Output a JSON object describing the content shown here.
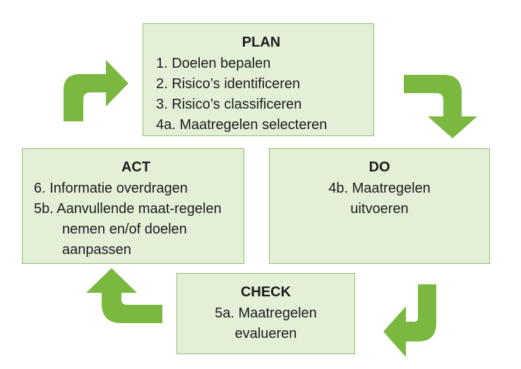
{
  "colors": {
    "box_fill": "#e4efd8",
    "box_border": "#8fbf6a",
    "arrow": "#7ab83f"
  },
  "plan": {
    "title": "PLAN",
    "items": [
      "1. Doelen bepalen",
      "2. Risico’s identificeren",
      "3. Risico’s classificeren",
      "4a. Maatregelen selecteren"
    ]
  },
  "do": {
    "title": "DO",
    "lines": [
      "4b. Maatregelen",
      "uitvoeren"
    ]
  },
  "check": {
    "title": "CHECK",
    "lines": [
      "5a. Maatregelen",
      "evalueren"
    ]
  },
  "act": {
    "title": "ACT",
    "items": [
      "6. Informatie overdragen",
      "5b. Aanvullende maat-regelen nemen en/of doelen aanpassen"
    ]
  },
  "arrows": [
    "arrow-plan-to-do",
    "arrow-do-to-check",
    "arrow-check-to-act",
    "arrow-act-to-plan"
  ]
}
